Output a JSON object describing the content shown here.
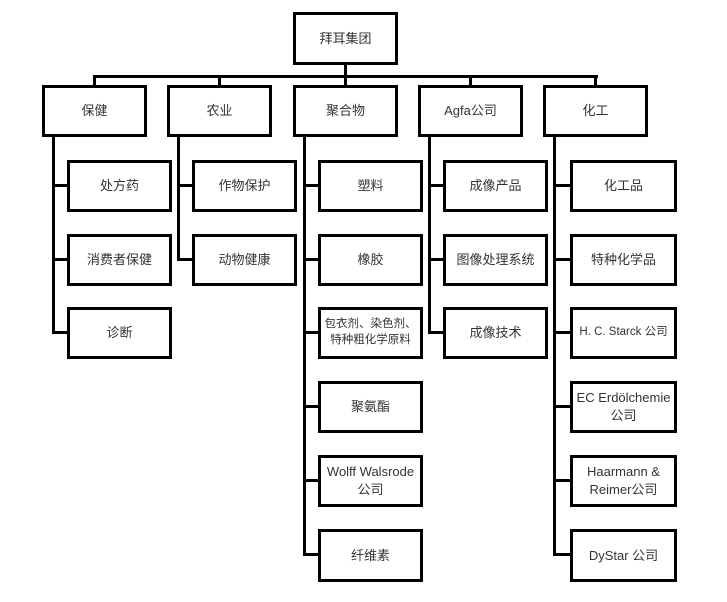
{
  "chart": {
    "root": {
      "label": "拜耳集团"
    },
    "divisions": [
      {
        "label": "保健",
        "children": [
          "处方药",
          "消费者保健",
          "诊断"
        ]
      },
      {
        "label": "农业",
        "children": [
          "作物保护",
          "动物健康"
        ]
      },
      {
        "label": "聚合物",
        "children": [
          "塑料",
          "橡胶",
          "包衣剂、染色剂、\n特种粗化学原料",
          "聚氨酯",
          "Wolff Walsrode\n公司",
          "纤维素"
        ]
      },
      {
        "label": "Agfa公司",
        "children": [
          "成像产品",
          "图像处理系统",
          "成像技术"
        ]
      },
      {
        "label": "化工",
        "children": [
          "化工品",
          "特种化学品",
          "H. C. Starck 公司",
          "EC Erdölchemie\n公司",
          "Haarmann &\nReimer公司",
          "DyStar 公司"
        ]
      }
    ],
    "colors": {
      "border": "#000000",
      "text": "#333333",
      "background": "#ffffff"
    }
  }
}
